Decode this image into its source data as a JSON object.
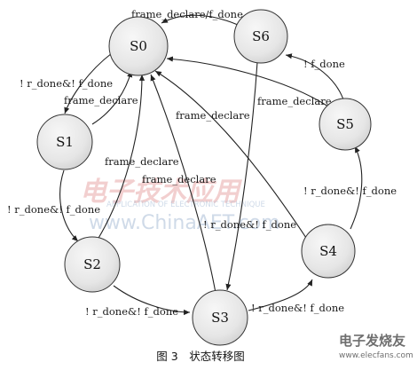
{
  "states": [
    {
      "id": "S0",
      "label": "S0"
    },
    {
      "id": "S1",
      "label": "S1"
    },
    {
      "id": "S2",
      "label": "S2"
    },
    {
      "id": "S3",
      "label": "S3"
    },
    {
      "id": "S4",
      "label": "S4"
    },
    {
      "id": "S5",
      "label": "S5"
    },
    {
      "id": "S6",
      "label": "S6"
    }
  ],
  "transitions": [
    {
      "id": "s6-s0",
      "from": "S6",
      "to": "S0",
      "label": "frame_declare/f_done"
    },
    {
      "id": "s0-s1",
      "from": "S0",
      "to": "S1",
      "label": "! r_done&! f_done"
    },
    {
      "id": "s1-s0",
      "from": "S1",
      "to": "S0",
      "label": "frame_declare"
    },
    {
      "id": "s5-s6",
      "from": "S5",
      "to": "S6",
      "label": "! f_done"
    },
    {
      "id": "s5-s0",
      "from": "S5",
      "to": "S0",
      "label": "frame_declare"
    },
    {
      "id": "s4-s0",
      "from": "S4",
      "to": "S0",
      "label": "frame_declare"
    },
    {
      "id": "s2-s0",
      "from": "S2",
      "to": "S0",
      "label": "frame_declare"
    },
    {
      "id": "s3-s0",
      "from": "S3",
      "to": "S0",
      "label": "frame_declare"
    },
    {
      "id": "s1-s2",
      "from": "S1",
      "to": "S2",
      "label": "! r_done&! f_done"
    },
    {
      "id": "s6-s3",
      "from": "S6",
      "to": "S3",
      "label": "! r_done&! f_done"
    },
    {
      "id": "s2-s3",
      "from": "S2",
      "to": "S3",
      "label": "! r_done&! f_done"
    },
    {
      "id": "s3-s4",
      "from": "S3",
      "to": "S4",
      "label": "! r_done&! f_done"
    },
    {
      "id": "s4-s5",
      "from": "S4",
      "to": "S5",
      "label": "! r_done&! f_done"
    }
  ],
  "caption": "图 3　状态转移图",
  "watermark": {
    "cn": "电子技术应用",
    "en": "APPLICATION OF ELECTRONIC TECHNIQUE",
    "url": "www.ChinaAET.com"
  },
  "corner_logo": {
    "text": "电子发烧友",
    "url": "www.elecfans.com"
  }
}
